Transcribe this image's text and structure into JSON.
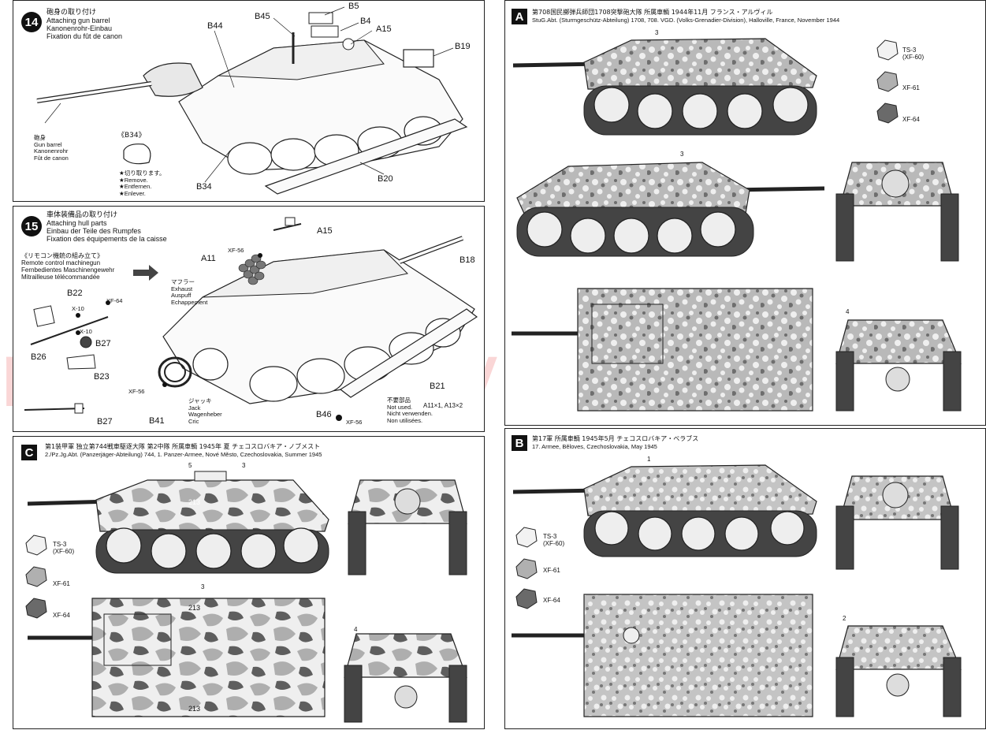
{
  "step14": {
    "number": "14",
    "title_jp": "砲身の取り付け",
    "title_en": "Attaching gun barrel",
    "title_de": "Kanonenrohr-Einbau",
    "title_fr": "Fixation du fût de canon",
    "parts": [
      "B5",
      "B45",
      "B4",
      "A15",
      "B44",
      "B19",
      "B20",
      "B34"
    ],
    "barrel_jp": "砲身",
    "barrel_en": "Gun barrel",
    "barrel_de": "Kanonenrohr",
    "barrel_fr": "Fût de canon",
    "inset_title": "《B34》",
    "remove_jp": "★切り取ります。",
    "remove_en": "★Remove.",
    "remove_de": "★Entfernen.",
    "remove_fr": "★Enlever."
  },
  "step15": {
    "number": "15",
    "title_jp": "車体装備品の取り付け",
    "title_en": "Attaching hull parts",
    "title_de": "Einbau der Teile des Rumpfes",
    "title_fr": "Fixation des équipements de la caisse",
    "rc_jp": "《リモコン機銃の組み立て》",
    "rc_en": "Remote control machinegun",
    "rc_de": "Fernbedientes Maschinengewehr",
    "rc_fr": "Mitrailleuse télécommandée",
    "parts": [
      "A15",
      "A11",
      "B18",
      "B22",
      "B26",
      "B27",
      "B23",
      "B41",
      "B27",
      "B46",
      "B21"
    ],
    "paints": [
      "XF-56",
      "XF-64",
      "X-10",
      "X-10",
      "XF-56",
      "XF-56"
    ],
    "exhaust_jp": "マフラー",
    "exhaust_en": "Exhaust",
    "exhaust_de": "Auspuff",
    "exhaust_fr": "Echappement",
    "jack_jp": "ジャッキ",
    "jack_en": "Jack",
    "jack_de": "Wagenheber",
    "jack_fr": "Cric",
    "notused_jp": "不要部品",
    "notused_en": "Not used.",
    "notused_de": "Nicht verwenden.",
    "notused_fr": "Non utilisées.",
    "notused_parts": "A11×1, A13×2"
  },
  "schemeA": {
    "letter": "A",
    "title_jp": "第708国民擲弾兵師団1708突撃砲大隊 所属車輌 1944年11月 フランス・アルヴィル",
    "title_en": "StuG.Abt. (Sturmgeschütz-Abteilung) 1708, 708. VGD. (Volks-Grenadier-Division), Halloville, France, November 1944",
    "markers": [
      "3",
      "3",
      "4"
    ],
    "swatches": [
      {
        "code": "TS-3",
        "sub": "(XF-60)",
        "color": "#f2f2f2"
      },
      {
        "code": "XF-61",
        "sub": "",
        "color": "#b0b0b0"
      },
      {
        "code": "XF-64",
        "sub": "",
        "color": "#6a6a6a"
      }
    ]
  },
  "schemeB": {
    "letter": "B",
    "title_jp": "第17軍 所属車輌 1945年5月 チェコスロバキア・ベラブス",
    "title_en": "17. Armee, Běloves, Czechoslovakia, May 1945",
    "markers": [
      "1",
      "2"
    ],
    "swatches": [
      {
        "code": "TS-3",
        "sub": "(XF-60)",
        "color": "#f2f2f2"
      },
      {
        "code": "XF-61",
        "sub": "",
        "color": "#b0b0b0"
      },
      {
        "code": "XF-64",
        "sub": "",
        "color": "#6a6a6a"
      }
    ]
  },
  "schemeC": {
    "letter": "C",
    "title_jp": "第1装甲軍 独立第744戦車駆逐大隊 第2中隊 所属車輌 1945年 夏 チェコスロバキア・ノブメスト",
    "title_en": "2./Pz.Jg.Abt. (Panzerjäger-Abteilung) 744, 1. Panzer-Armee, Nové Město, Czechoslovakia, Summer 1945",
    "markers": [
      "5",
      "3",
      "3",
      "4"
    ],
    "hull_numbers": [
      "213",
      "213",
      "213"
    ],
    "swatches": [
      {
        "code": "TS-3",
        "sub": "(XF-60)",
        "color": "#f2f2f2"
      },
      {
        "code": "XF-61",
        "sub": "",
        "color": "#b0b0b0"
      },
      {
        "code": "XF-64",
        "sub": "",
        "color": "#6a6a6a"
      }
    ]
  },
  "watermark": "modelarstvi.cz",
  "colors": {
    "light": "#efefef",
    "mid": "#aeaeae",
    "dark": "#5e5e5e",
    "ink": "#111111"
  }
}
